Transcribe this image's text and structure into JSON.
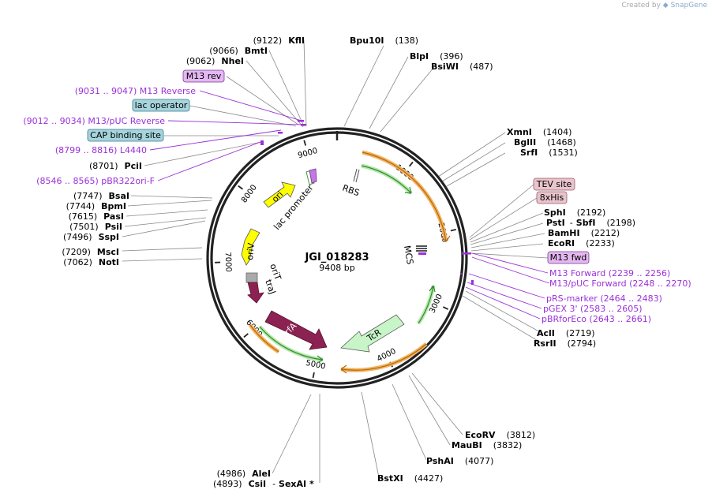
{
  "watermark": {
    "prefix": "Created by",
    "brand": "SnapGene"
  },
  "plasmid": {
    "name": "JGI_018283",
    "size_label": "9408 bp"
  },
  "colors": {
    "backbone": "#222222",
    "enzyme": "#000000",
    "primer": "#9b30d9",
    "leader": "#888888",
    "promoter_box": "#a6d4dc",
    "tag_box": "#e8c4cc",
    "primer_box": "#e4b8f0",
    "ori": "#ffff00",
    "gene": "#8b2252",
    "tcr": "#c8f5c8",
    "orf_outer": "#f5b15a",
    "orf_inner": "#3aa032"
  },
  "ticks": [
    "1000",
    "2000",
    "3000",
    "4000",
    "5000",
    "6000",
    "7000",
    "8000",
    "9000"
  ],
  "features": {
    "lac_promoter": "lac promoter",
    "ori": "ori",
    "oriV": "oriV",
    "oriT": "oriT",
    "traJ": "traJ",
    "trfA": "trfA",
    "TcR": "TcR",
    "RBS": "RBS",
    "MCS": "MCS"
  },
  "enzymes": [
    {
      "id": "kfli",
      "name": "KflI",
      "pos": "(9122)",
      "side": "left"
    },
    {
      "id": "bmti",
      "name": "BmtI",
      "pos": "(9066)",
      "side": "left"
    },
    {
      "id": "nhei",
      "name": "NheI",
      "pos": "(9062)",
      "side": "left"
    },
    {
      "id": "bpu10i",
      "name": "Bpu10I",
      "pos": "(138)",
      "side": "right"
    },
    {
      "id": "blpi",
      "name": "BlpI",
      "pos": "(396)",
      "side": "right"
    },
    {
      "id": "bsiwi",
      "name": "BsiWI",
      "pos": "(487)",
      "side": "right"
    },
    {
      "id": "xmni",
      "name": "XmnI",
      "pos": "(1404)",
      "side": "right"
    },
    {
      "id": "bglii",
      "name": "BglII",
      "pos": "(1468)",
      "side": "right"
    },
    {
      "id": "srfi",
      "name": "SrfI",
      "pos": "(1531)",
      "side": "right"
    },
    {
      "id": "sphi",
      "name": "SphI",
      "pos": "(2192)",
      "side": "right"
    },
    {
      "id": "psti",
      "name": "PstI",
      "pos": "(2198)",
      "side": "right",
      "extra": "SbfI"
    },
    {
      "id": "bamhi",
      "name": "BamHI",
      "pos": "(2212)",
      "side": "right"
    },
    {
      "id": "ecori",
      "name": "EcoRI",
      "pos": "(2233)",
      "side": "right"
    },
    {
      "id": "acli",
      "name": "AclI",
      "pos": "(2719)",
      "side": "right"
    },
    {
      "id": "rsrii",
      "name": "RsrII",
      "pos": "(2794)",
      "side": "right"
    },
    {
      "id": "ecorv",
      "name": "EcoRV",
      "pos": "(3812)",
      "side": "right"
    },
    {
      "id": "maubi",
      "name": "MauBI",
      "pos": "(3832)",
      "side": "right"
    },
    {
      "id": "pshai",
      "name": "PshAI",
      "pos": "(4077)",
      "side": "right"
    },
    {
      "id": "bstxi",
      "name": "BstXI",
      "pos": "(4427)",
      "side": "right"
    },
    {
      "id": "alei",
      "name": "AleI",
      "pos": "(4986)",
      "side": "left"
    },
    {
      "id": "csii",
      "name": "CsiI",
      "pos": "(4893)",
      "side": "left",
      "extra": "SexAI *"
    },
    {
      "id": "bsai",
      "name": "BsaI",
      "pos": "(7747)",
      "side": "left"
    },
    {
      "id": "bpmi",
      "name": "BpmI",
      "pos": "(7744)",
      "side": "left"
    },
    {
      "id": "pasi",
      "name": "PasI",
      "pos": "(7615)",
      "side": "left"
    },
    {
      "id": "psii",
      "name": "PsiI",
      "pos": "(7501)",
      "side": "left"
    },
    {
      "id": "sspi",
      "name": "SspI",
      "pos": "(7496)",
      "side": "left"
    },
    {
      "id": "msci",
      "name": "MscI",
      "pos": "(7209)",
      "side": "left"
    },
    {
      "id": "noti",
      "name": "NotI",
      "pos": "(7062)",
      "side": "left"
    },
    {
      "id": "pcii",
      "name": "PciI",
      "pos": "(8701)",
      "side": "left"
    }
  ],
  "primers": [
    {
      "id": "m13-reverse",
      "text": "(9031 .. 9047)  M13 Reverse"
    },
    {
      "id": "m13-puc-reverse",
      "text": "(9012 .. 9034)  M13/pUC Reverse"
    },
    {
      "id": "l4440",
      "text": "(8799 .. 8816)  L4440"
    },
    {
      "id": "pbr322ori-f",
      "text": "(8546 .. 8565)  pBR322ori-F"
    },
    {
      "id": "m13-forward",
      "text": "M13 Forward    (2239 .. 2256)"
    },
    {
      "id": "m13-puc-forward",
      "text": "M13/pUC Forward    (2248 .. 2270)"
    },
    {
      "id": "prs-marker",
      "text": "pRS-marker    (2464 .. 2483)"
    },
    {
      "id": "pgex-3",
      "text": "pGEX 3'    (2583 .. 2605)"
    },
    {
      "id": "pbrforeco",
      "text": "pBRforEco    (2643 .. 2661)"
    }
  ],
  "boxes": [
    {
      "id": "m13-rev",
      "text": "M13 rev",
      "kind": "primer"
    },
    {
      "id": "lac-operator",
      "text": "lac operator",
      "kind": "promoter"
    },
    {
      "id": "cap-binding-site",
      "text": "CAP binding site",
      "kind": "promoter"
    },
    {
      "id": "tev-site",
      "text": "TEV site",
      "kind": "tag"
    },
    {
      "id": "8xhis",
      "text": "8xHis",
      "kind": "tag"
    },
    {
      "id": "m13-fwd",
      "text": "M13 fwd",
      "kind": "primer"
    }
  ]
}
